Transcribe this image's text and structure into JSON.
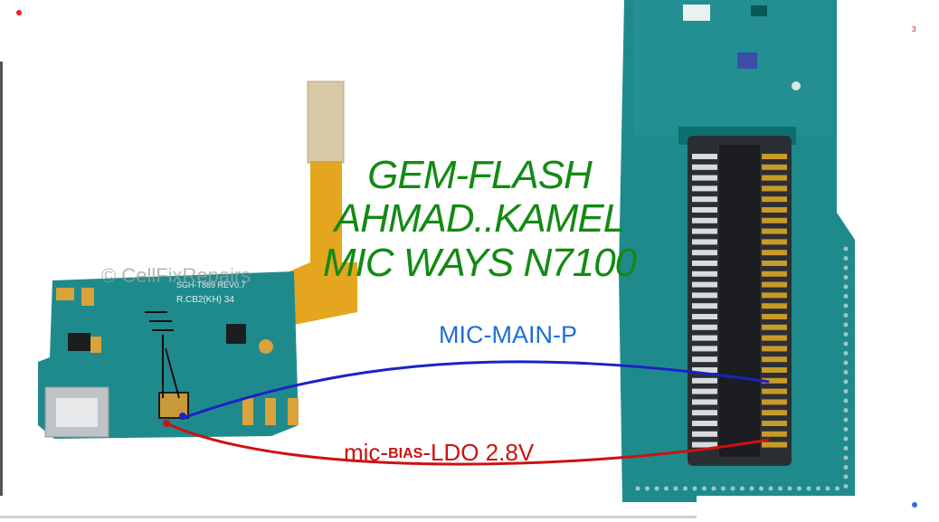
{
  "diagram": {
    "title_lines": [
      "GEM-FLASH",
      "AHMAD..KAMEL",
      "MIC WAYS N7100"
    ],
    "board_label_1": "SGH-T889 REV0.7",
    "board_label_2": "R.CB2(KH) 34",
    "watermark": "© CellFixRepairs",
    "corner_mark": "3",
    "wires": [
      {
        "label": "MIC-MAIN-P",
        "color": "#1a22c8"
      },
      {
        "label_prefix": "mic-",
        "label_emphasis": "BIAS",
        "label_suffix": "-LDO  2.8V",
        "color": "#cc1111"
      }
    ]
  },
  "colors": {
    "title": "#138a13",
    "mic_main_label": "#1f6ed6",
    "bias_label": "#cc1111",
    "pcb": "#1f8a8c",
    "gold": "#c89a2a"
  }
}
